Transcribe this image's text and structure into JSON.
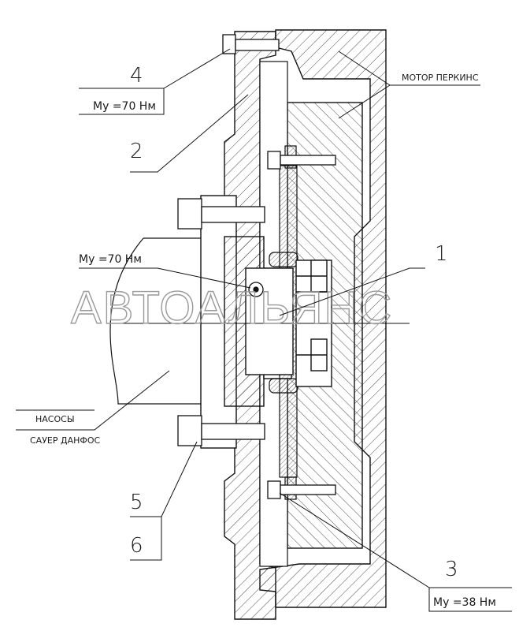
{
  "callouts": {
    "c1": "1",
    "c2": "2",
    "c3": "3",
    "c4": "4",
    "c5": "5",
    "c6": "6"
  },
  "torque": {
    "t4": "My =70 Нм",
    "t_center": "My =70 Нм",
    "t3": "My =38 Нм"
  },
  "labels": {
    "motor": "МОТОР ПЕРКИНС",
    "pumps_line1": "НАСОСЫ",
    "pumps_line2": "САУЕР ДАНФОС"
  },
  "watermark": "АВТОАЛЬЯНС"
}
